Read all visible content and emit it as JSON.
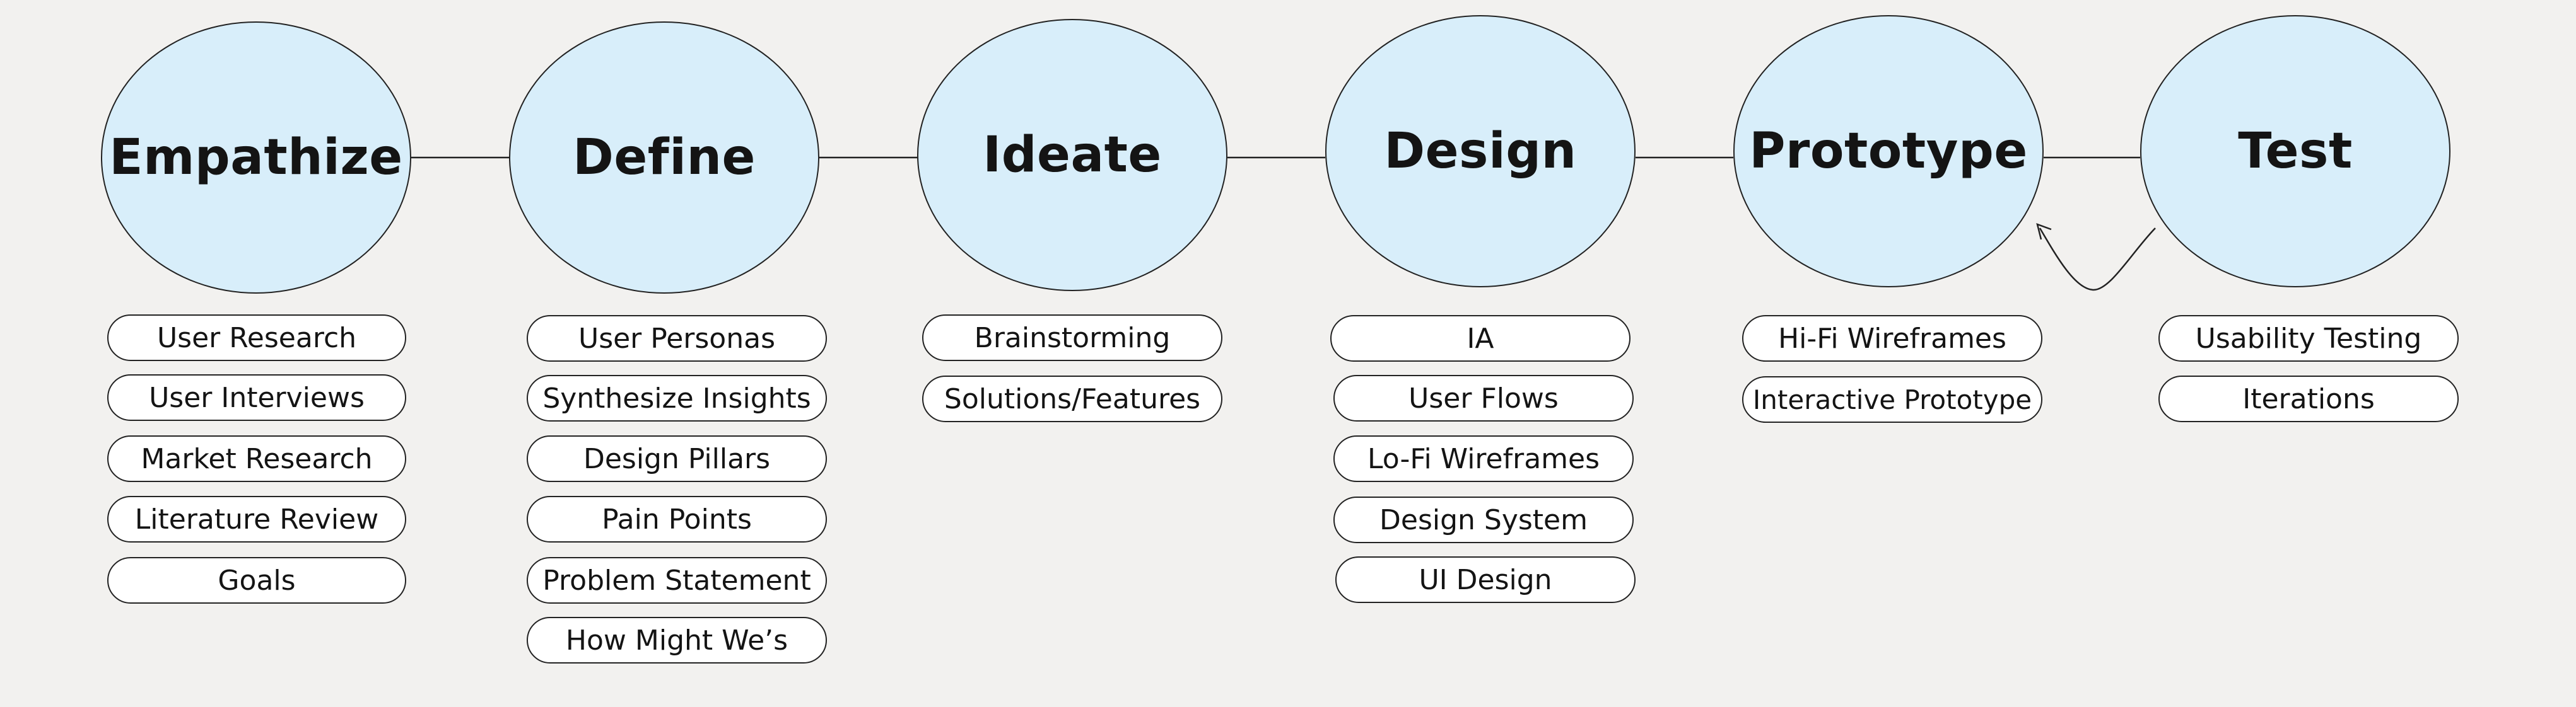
{
  "stages": [
    {
      "id": "empathize",
      "label": "Empathize",
      "items": [
        "User Research",
        "User Interviews",
        "Market Research",
        "Literature Review",
        "Goals"
      ]
    },
    {
      "id": "define",
      "label": "Define",
      "items": [
        "User Personas",
        "Synthesize Insights",
        "Design Pillars",
        "Pain Points",
        "Problem Statement",
        "How Might We’s"
      ]
    },
    {
      "id": "ideate",
      "label": "Ideate",
      "items": [
        "Brainstorming",
        "Solutions/Features"
      ]
    },
    {
      "id": "design",
      "label": "Design",
      "items": [
        "IA",
        "User Flows",
        "Lo-Fi Wireframes",
        "Design System",
        "UI Design"
      ]
    },
    {
      "id": "prototype",
      "label": "Prototype",
      "items": [
        "Hi-Fi Wireframes",
        "Interactive Prototype"
      ]
    },
    {
      "id": "test",
      "label": "Test",
      "items": [
        "Usability Testing",
        "Iterations"
      ]
    }
  ],
  "colors": {
    "background": "#f2f1ef",
    "stage_fill": "#d8eefa",
    "pill_fill": "#ffffff",
    "stroke": "#222222",
    "text": "#141414"
  }
}
